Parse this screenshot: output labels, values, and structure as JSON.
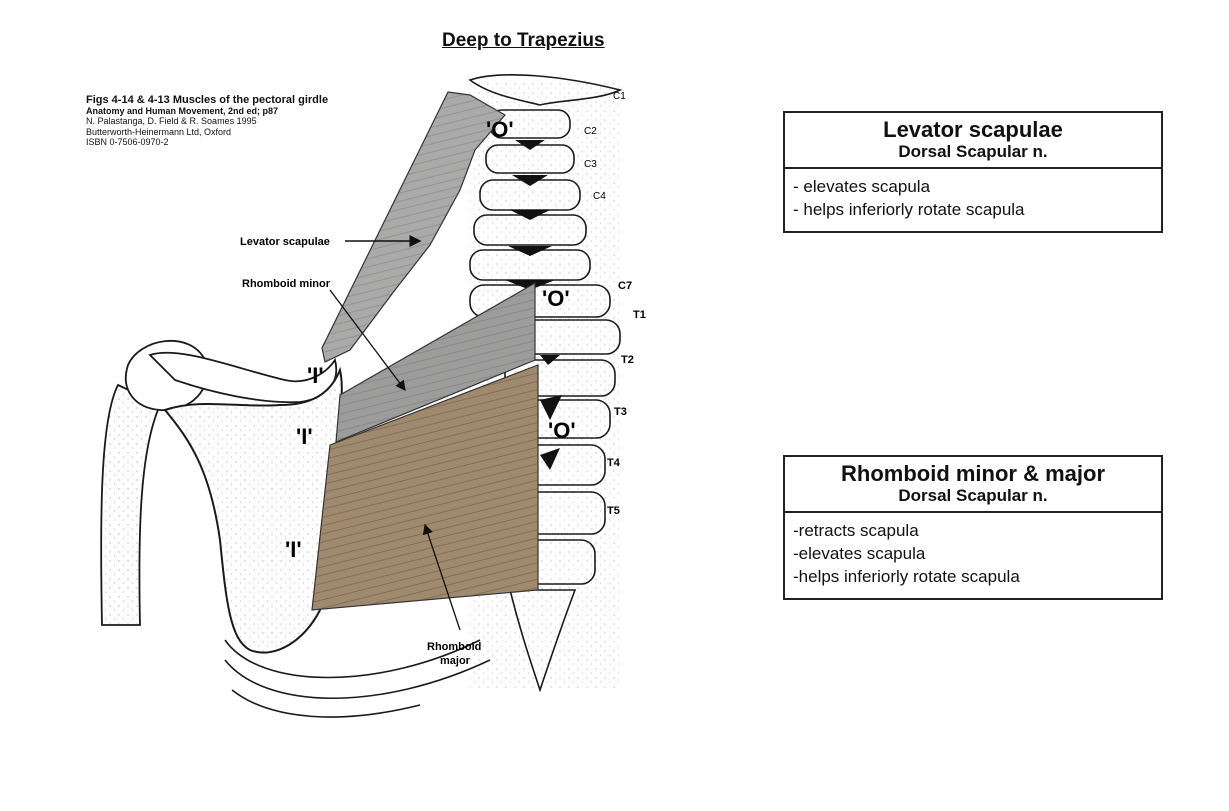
{
  "title": "Deep to Trapezius",
  "citation": [
    "Figs 4-14 & 4-13 Muscles of the pectoral girdle",
    "Anatomy and Human Movement, 2nd ed; p87",
    "N. Palastanga, D. Field & R. Soames 1995",
    "Butterworth-Heinermann Ltd, Oxford",
    "ISBN 0-7506-0970-2"
  ],
  "figure_labels": {
    "levator_scapulae": "Levator scapulae",
    "rhomboid_minor": "Rhomboid minor",
    "rhomboid_major_line1": "Rhomboid",
    "rhomboid_major_line2": "major",
    "origin_markers": [
      "'O'",
      "'O'",
      "'O'"
    ],
    "insertion_markers": [
      "'I'",
      "'I'",
      "'I'"
    ],
    "vertebrae": [
      "C1",
      "C2",
      "C3",
      "C4",
      "C7",
      "T1",
      "T2",
      "T3",
      "T4",
      "T5"
    ]
  },
  "boxes": [
    {
      "name": "Levator scapulae",
      "nerve": "Dorsal Scapular n.",
      "actions": [
        "- elevates scapula",
        "- helps inferiorly rotate scapula"
      ]
    },
    {
      "name": "Rhomboid minor & major",
      "nerve": "Dorsal Scapular n.",
      "actions": [
        "-retracts scapula",
        "-elevates scapula",
        "-helps inferiorly rotate scapula"
      ]
    }
  ],
  "colors": {
    "levator": "#a9a9a9",
    "rhomboid_minor": "#9c9c9c",
    "rhomboid_major": "#a08a6e",
    "bone_stroke": "#1a1a1a"
  }
}
